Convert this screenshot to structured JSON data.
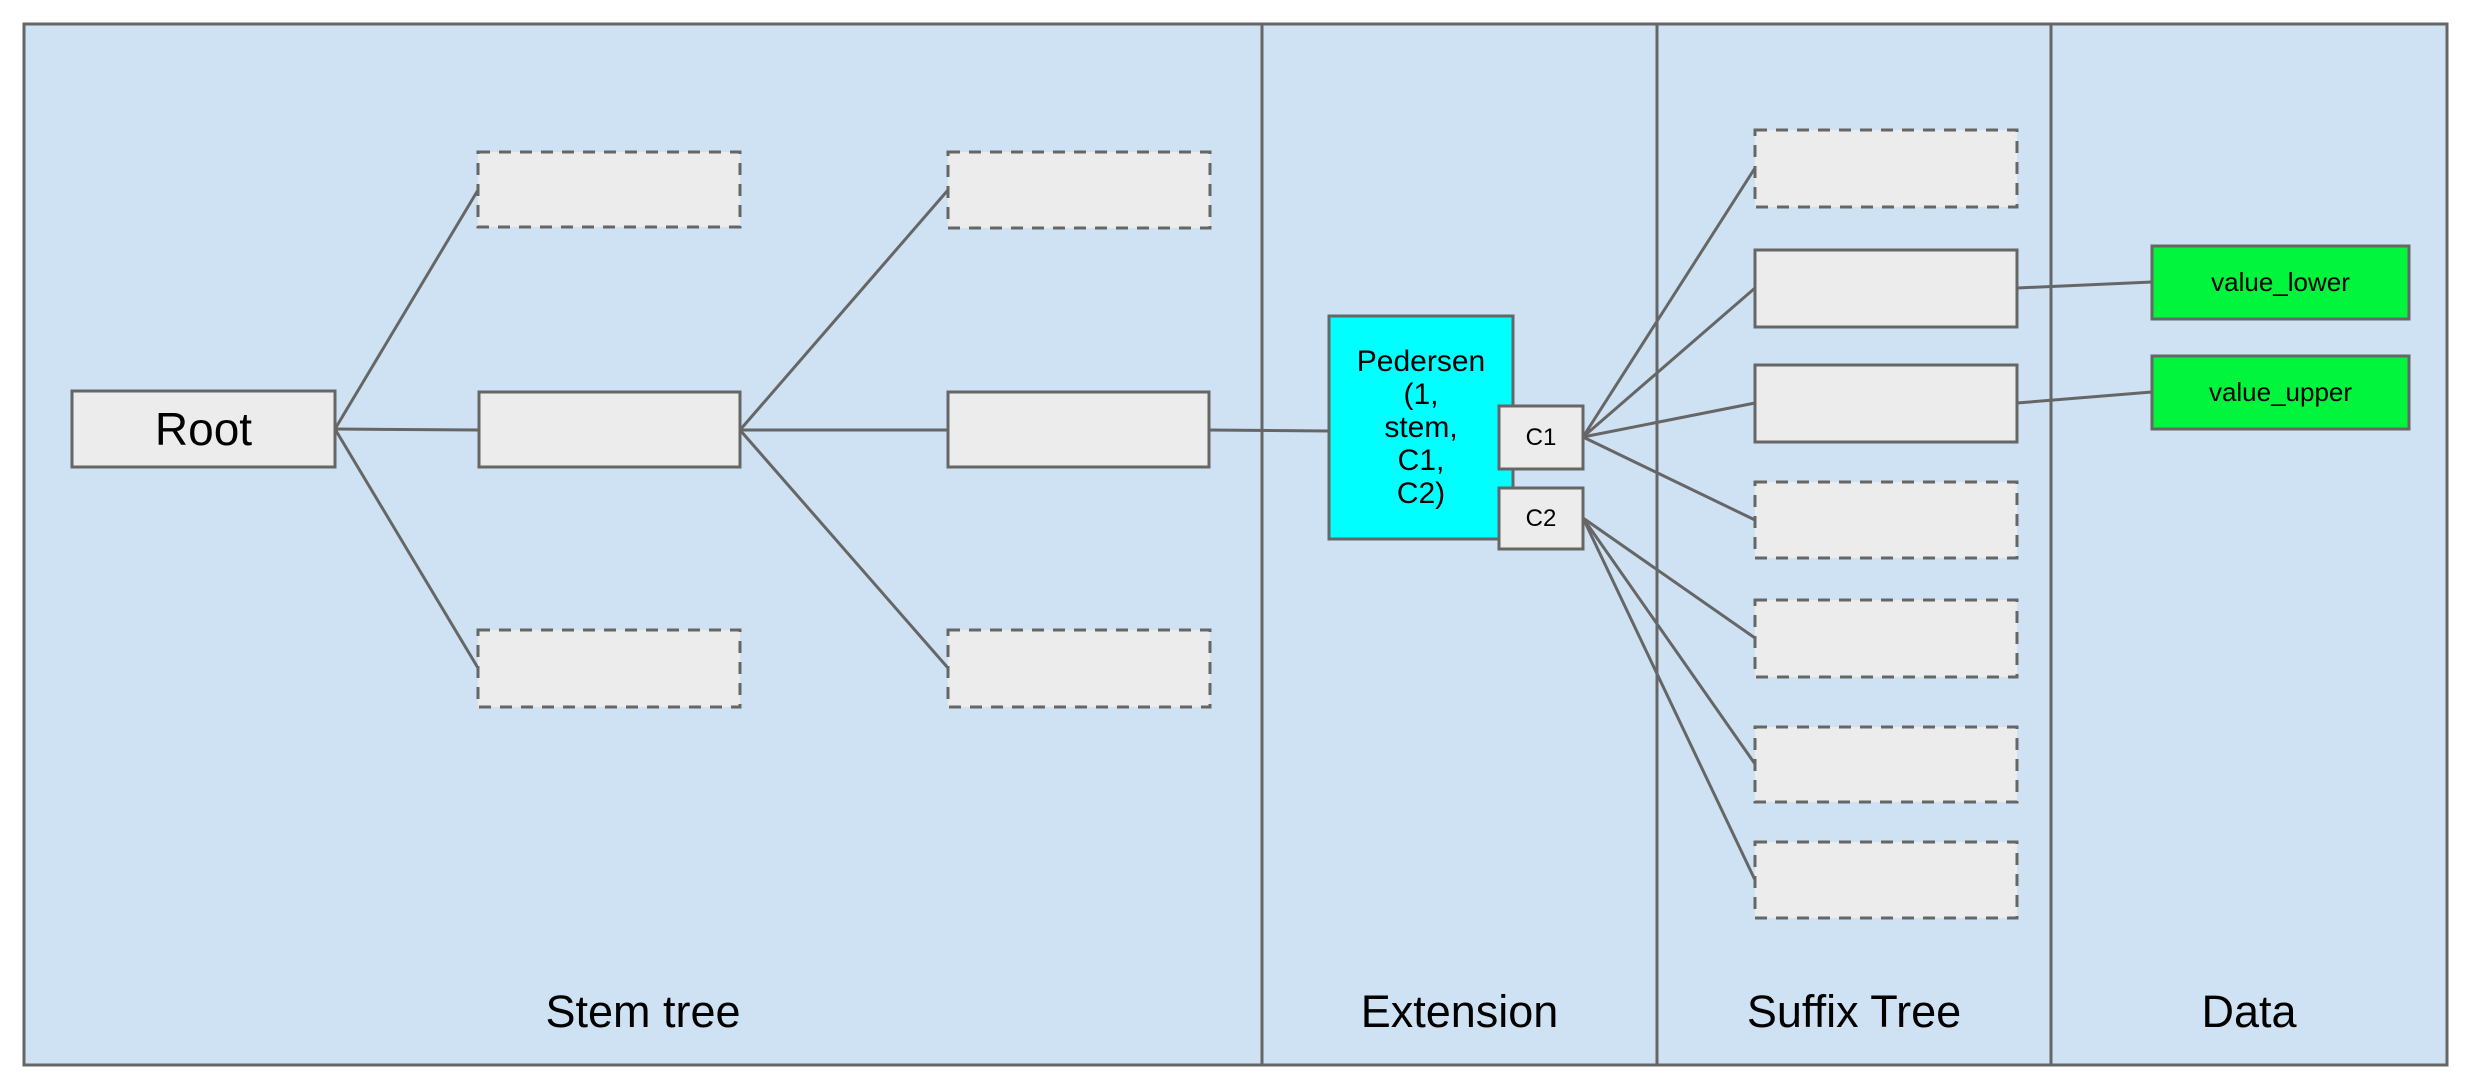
{
  "diagram": {
    "title": "Verkle-style tree structure diagram",
    "nodes": {
      "root_label": "Root",
      "pedersen_label": "Pedersen\n(1,\nstem,\nC1,\nC2)",
      "c1_label": "C1",
      "c2_label": "C2",
      "value_lower_label": "value_lower",
      "value_upper_label": "value_upper"
    },
    "sections": [
      {
        "label": "Stem tree"
      },
      {
        "label": "Extension"
      },
      {
        "label": "Suffix Tree"
      },
      {
        "label": "Data"
      }
    ],
    "colors": {
      "panel_background": "#cfe2f3",
      "stroke": "#666666",
      "node_fill": "#ececec",
      "pedersen_fill": "#00ffff",
      "value_fill": "#00f53c",
      "text": "#000000"
    }
  }
}
